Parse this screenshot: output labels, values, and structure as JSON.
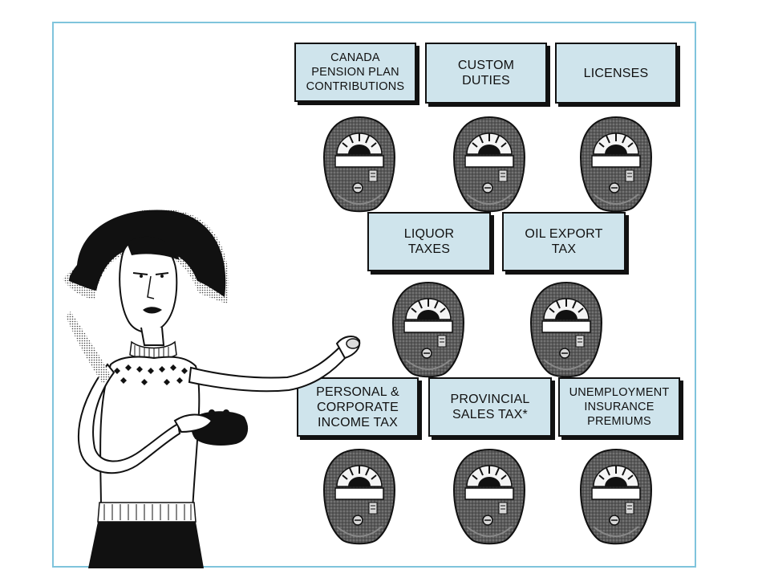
{
  "signs": {
    "cpp": "CANADA\nPENSION PLAN\nCONTRIBUTIONS",
    "customs": "CUSTOM\nDUTIES",
    "licenses": "LICENSES",
    "liquor": "LIQUOR\nTAXES",
    "oil": "OIL EXPORT\nTAX",
    "income": "PERSONAL &\nCORPORATE\nINCOME TAX",
    "provincial": "PROVINCIAL\nSALES TAX*",
    "ui": "UNEMPLOYMENT\nINSURANCE\nPREMIUMS"
  },
  "colors": {
    "sign_fill": "#cfe4ec",
    "frame_border": "#7fc4dc",
    "meter_body": "#3a3a3a"
  },
  "icons": [
    "parking-meter-icon",
    "coin-purse-icon",
    "woman-illustration"
  ]
}
